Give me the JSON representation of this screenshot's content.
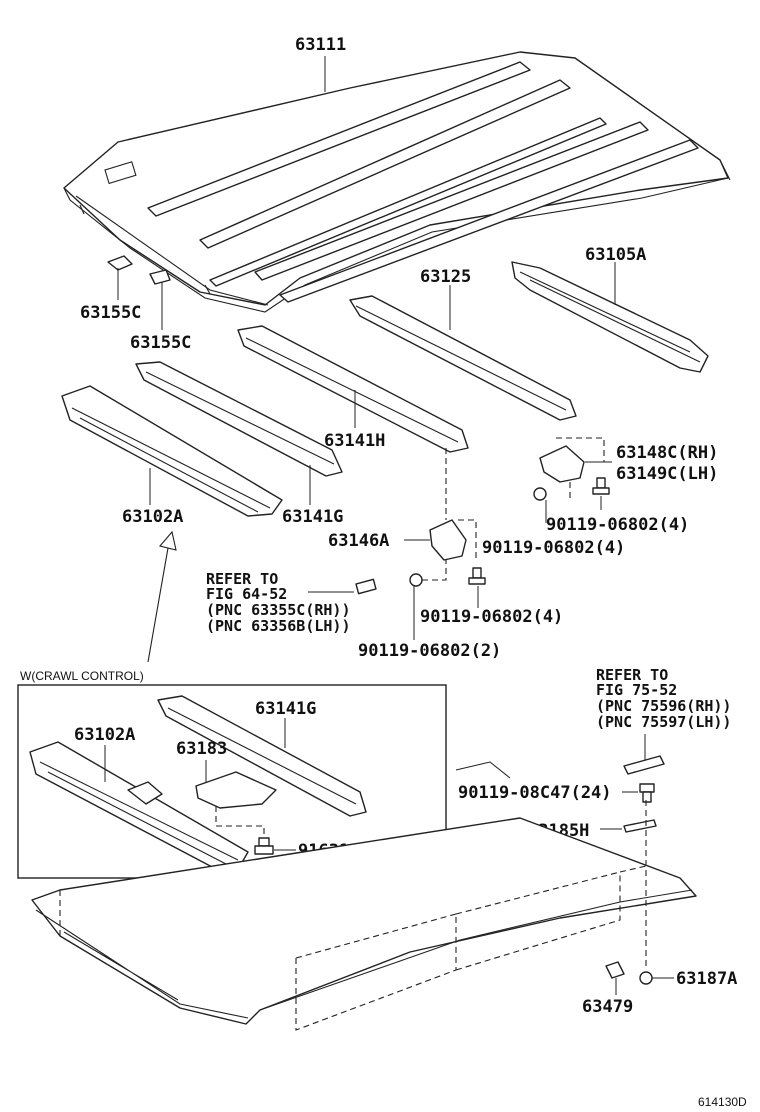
{
  "labels": {
    "roof_panel": "63111",
    "clip_1": "63155C",
    "clip_2": "63155C",
    "bow_rear": "63125",
    "rail_side_rear": "63105A",
    "bow_h": "63141H",
    "bow_g": "63141G",
    "front_header": "63102A",
    "brace_rh": "63148C(RH)",
    "brace_lh": "63149C(LH)",
    "bolt_a": "90119-06802(4)",
    "bolt_b": "90119-06802(4)",
    "bracket_a": "63146A",
    "bolt_c": "90119-06802(4)",
    "bolt_d": "90119-06802(2)",
    "refer_1_line1": "REFER TO",
    "refer_1_line2": "FIG 64-52",
    "refer_1_line3": "(PNC 63355C(RH))",
    "refer_1_line4": "(PNC 63356B(LH))",
    "inset_title": "W(CRAWL CONTROL)",
    "inset_bow_g": "63141G",
    "inset_header": "63102A",
    "inset_bracket": "63183",
    "inset_bolt": "91631-J0612(4)",
    "refer_2_line1": "REFER TO",
    "refer_2_line2": "FIG 75-52",
    "refer_2_line3": "(PNC 75596(RH))",
    "refer_2_line4": "(PNC 75597(LH))",
    "bolt_e": "90119-08C47(24)",
    "rack_pad": "63185H",
    "nut": "63187A",
    "seal": "63479",
    "figure_code": "614130D"
  }
}
